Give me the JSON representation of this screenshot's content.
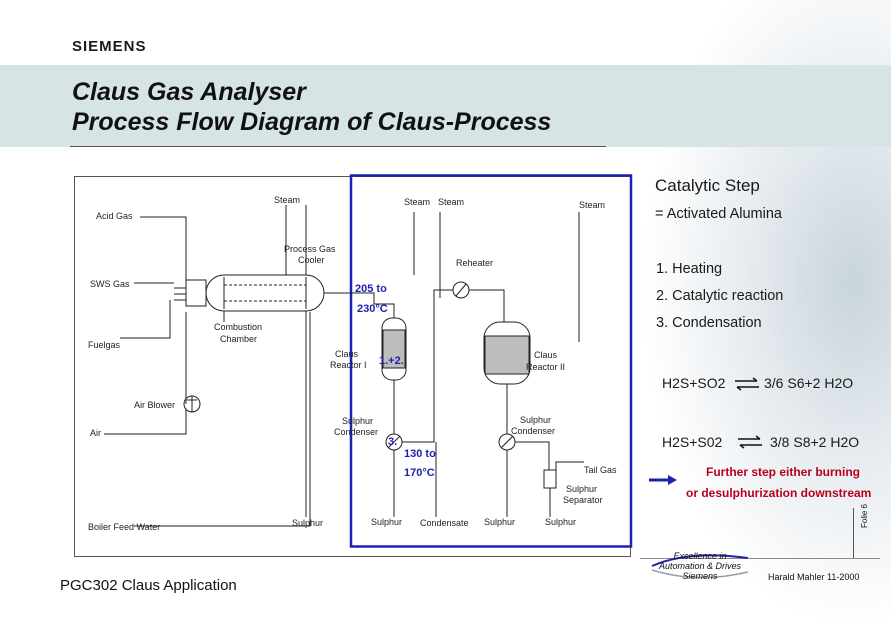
{
  "brand": "SIEMENS",
  "title": {
    "line1": "Claus Gas Analyser",
    "line2": "Process Flow Diagram of Claus-Process"
  },
  "diagram": {
    "labels": {
      "acid_gas": "Acid Gas",
      "sws_gas": "SWS Gas",
      "fuelgas": "Fuelgas",
      "air": "Air",
      "air_blower": "Air Blower",
      "boiler_feed_water": "Boiler Feed Water",
      "steam_1": "Steam",
      "steam_2": "Steam",
      "steam_3": "Steam",
      "steam_4": "Steam",
      "process_gas_cooler_1": "Process Gas",
      "process_gas_cooler_2": "Cooler",
      "combustion_chamber_1": "Combustion",
      "combustion_chamber_2": "Chamber",
      "reheater": "Reheater",
      "temp_205": "205 to",
      "temp_230": "230°C",
      "claus_reactor_1a": "Claus",
      "claus_reactor_1b": "Reactor I",
      "claus_reactor_2a": "Claus",
      "claus_reactor_2b": "Reactor II",
      "reactor_marker": "1.+2.",
      "sulphur_condenser_1a": "Sulphur",
      "sulphur_condenser_1b": "Condenser",
      "sulphur_condenser_2a": "Sulphur",
      "sulphur_condenser_2b": "Condenser",
      "condenser_marker": "3.",
      "temp_130": "130 to",
      "temp_170": "170°C",
      "tail_gas": "Tail Gas",
      "sulphur_separator_1": "Sulphur",
      "sulphur_separator_2": "Separator",
      "sulphur_1": "Sulphur",
      "sulphur_2": "Sulphur",
      "condensate": "Condensate",
      "sulphur_3": "Sulphur",
      "sulphur_4": "Sulphur"
    }
  },
  "right_panel": {
    "heading": "Catalytic Step",
    "subheading": "= Activated Alumina",
    "steps": [
      "1. Heating",
      "2. Catalytic reaction",
      "3. Condensation"
    ],
    "eq1_left": "H2S+SO2",
    "eq1_right": "3/6 S6+2 H2O",
    "eq2_left": "H2S+S02",
    "eq2_right": "3/8 S8+2 H2O",
    "note_line1": "Further step either burning",
    "note_line2": "or desulphurization downstream"
  },
  "footer": {
    "application": "PGC302 Claus Application",
    "excellence_1": "Excellence in",
    "excellence_2": "Automation & Drives",
    "excellence_3": "Siemens",
    "author": "Harald Mahler  11-2000",
    "folie": "Folie 6"
  },
  "colors": {
    "highlight_box": "#1f1fb0",
    "accent_blue": "#1f1fb0",
    "note_red": "#b8001c",
    "title_band": "#d7e4e6"
  }
}
